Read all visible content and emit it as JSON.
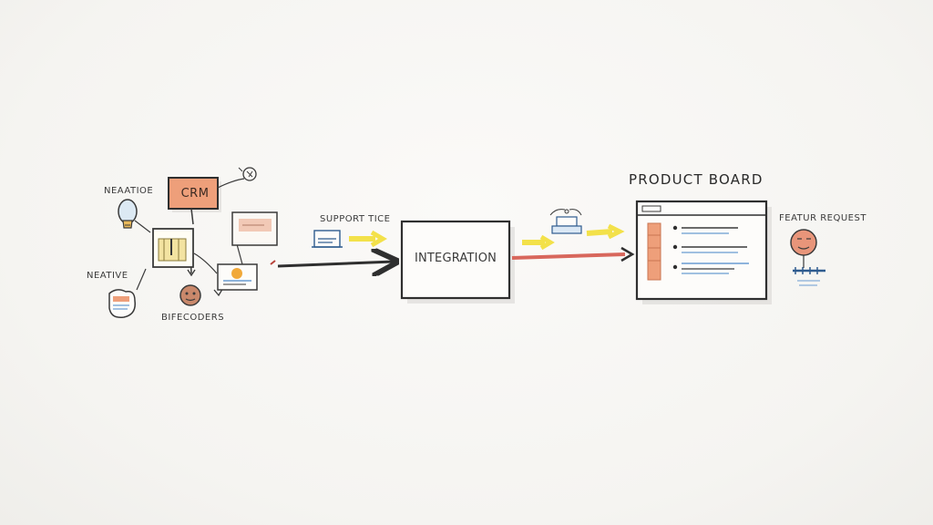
{
  "diagram": {
    "nodes": {
      "crm": {
        "label": "CRM",
        "color": "#ee9f7a"
      },
      "negative_top": {
        "label": "NEAATIOE"
      },
      "negative_left": {
        "label": "NEATIVE"
      },
      "bifecoders": {
        "label": "BIFECODERS"
      },
      "support_ticket": {
        "label": "SUPPORT TICE"
      },
      "integration": {
        "label": "INTEGRATION"
      },
      "product_board": {
        "label": "PRODUCT BOARD"
      },
      "feature_request": {
        "label": "FEATUR REQUEST"
      }
    },
    "colors": {
      "ink": "#3a3a3a",
      "yellow_arrow": "#f3e14a",
      "red_arrow": "#d8675c",
      "orange": "#ee9f7a",
      "blue": "#6a9bd1"
    }
  }
}
